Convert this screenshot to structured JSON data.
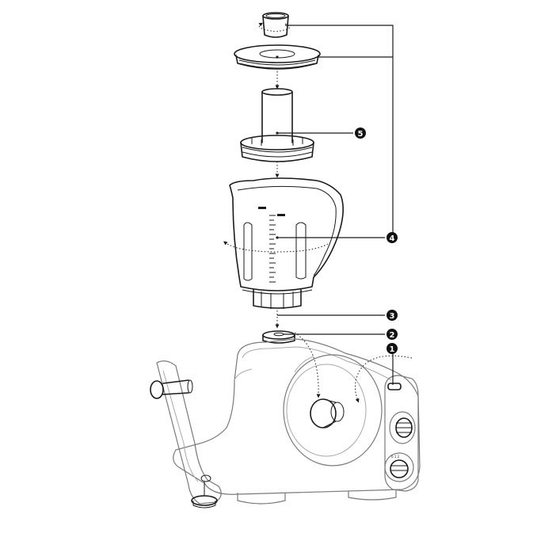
{
  "callouts": [
    {
      "id": "1",
      "label": "1"
    },
    {
      "id": "2",
      "label": "2"
    },
    {
      "id": "3",
      "label": "3"
    },
    {
      "id": "4",
      "label": "4"
    },
    {
      "id": "5",
      "label": "5"
    }
  ],
  "colors": {
    "ink": "#1a1a1a",
    "faint_ink": "#7a7a7a",
    "light_ink": "#a8a8a8",
    "badge": "#111111",
    "badge_text": "#ffffff",
    "background": "#ffffff"
  }
}
